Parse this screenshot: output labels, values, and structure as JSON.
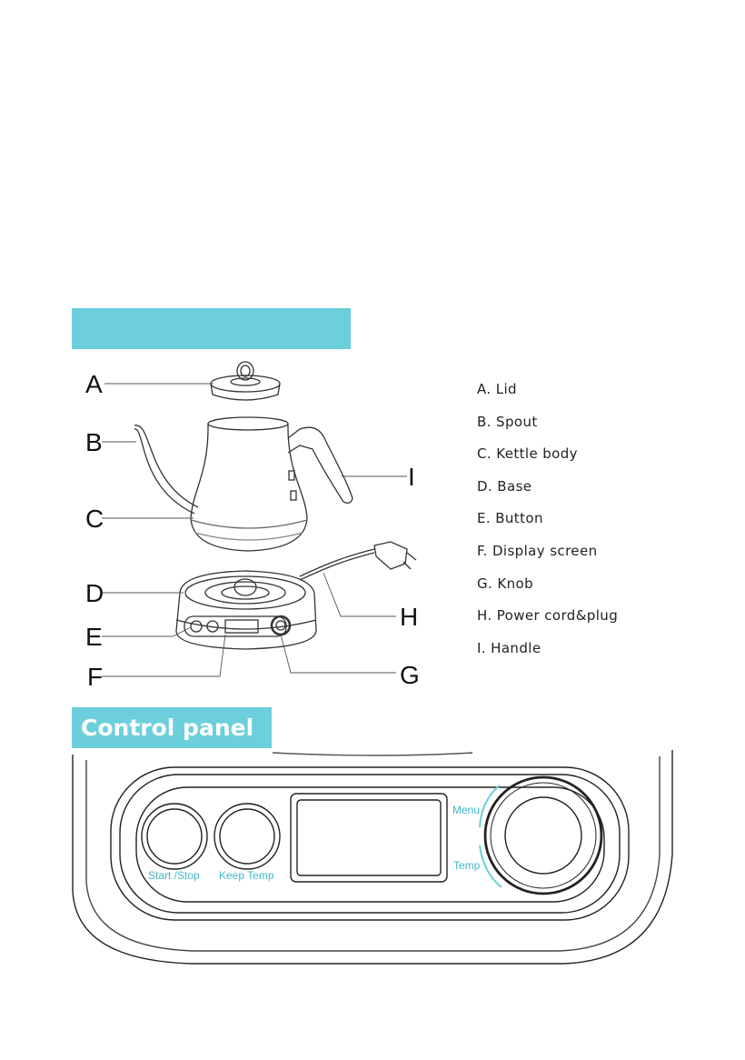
{
  "parts_banner": {
    "label": ""
  },
  "callouts": [
    "A",
    "B",
    "C",
    "D",
    "E",
    "F",
    "G",
    "H",
    "I"
  ],
  "legend": [
    "A. Lid",
    "B. Spout",
    "C. Kettle body",
    "D. Base",
    "E. Button",
    "F. Display screen",
    "G. Knob",
    "H. Power cord&plug",
    "I. Handle"
  ],
  "control_panel": {
    "title": "Control panel",
    "button_start_label": "Start /Stop",
    "button_keep_label": "Keep Temp",
    "knob_menu_label": "Menu",
    "knob_temp_label": "Temp",
    "accent_color": "#6ccfdc",
    "label_color": "#3fb7c8"
  }
}
